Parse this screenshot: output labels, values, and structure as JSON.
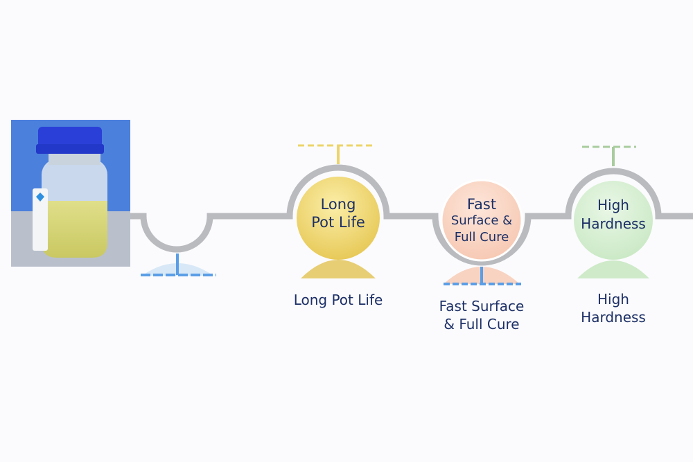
{
  "colors": {
    "track": "#b9bbbf",
    "navy": "#1c2f66",
    "yellow": "#ecd46a",
    "peach": "#f9d3c0",
    "green": "#d4eed0",
    "blue_marker": "#5b9ee6"
  },
  "product_photo": {
    "description_icon": "jar-icon"
  },
  "features": [
    {
      "circle_text": [
        "Long",
        "Pot Life"
      ],
      "label": [
        "Long Pot Life"
      ]
    },
    {
      "circle_text": [
        "Fast",
        "Surface &",
        "Full Cure"
      ],
      "label": [
        "Fast Surface",
        "& Full Cure"
      ]
    },
    {
      "circle_text": [
        "High",
        "Hardness"
      ],
      "label": [
        "High",
        "Hardness"
      ]
    }
  ]
}
